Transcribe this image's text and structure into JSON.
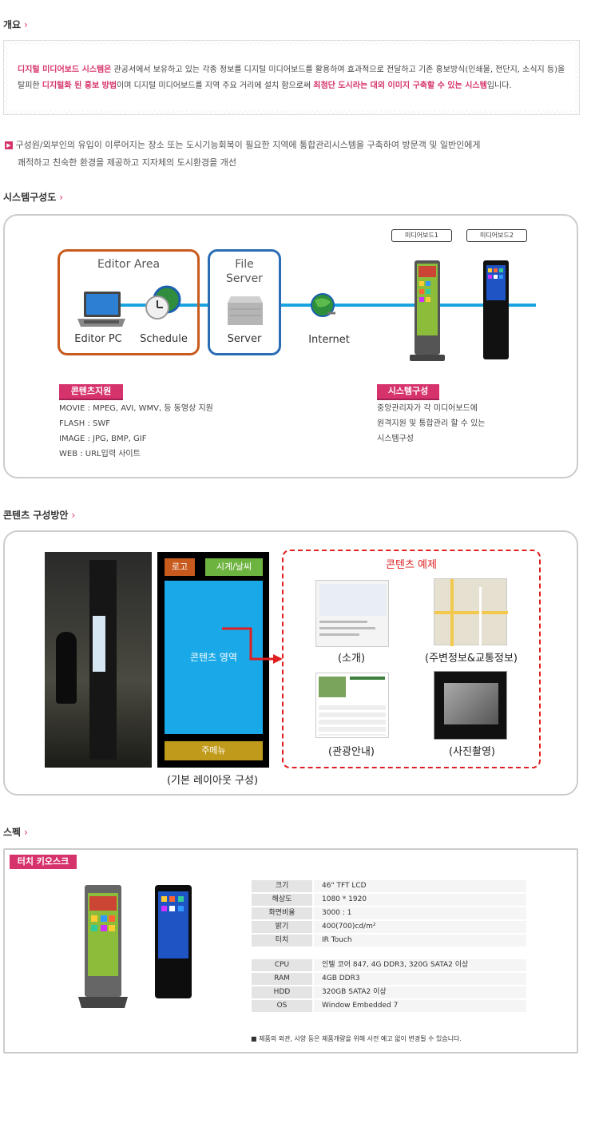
{
  "overview": {
    "title": "개요",
    "line1_hl1": "디지털 미디어보드 시스템은",
    "line1_rest": " 관공서에서 보유하고 있는 각종 정보를 디지털 미디어보드를 활용하여 효과적으로 전달하고 기존 홍보방식(인쇄물, 전단지, 소식지 등)을",
    "line2_a": "탈피한 ",
    "line2_hl2": "디지털화 된 홍보 방법",
    "line2_b": "이며 디지털 미디어보드를 지역 주요 거리에 설치 함으로써 ",
    "line2_hl3": "최첨단 도시라는 대외 이미지 구축할 수 있는 시스템",
    "line2_c": "입니다."
  },
  "intro": {
    "line1": "구성원/외부인의 유입이 이루어지는 장소 또는 도시기능회복이 필요한 지역에 통합관리시스템을 구축하여 방문객 및 일반인에게",
    "line2": "쾌적하고 친숙한 환경을 제공하고 지자체의 도시환경을 개선"
  },
  "system": {
    "title": "시스템구성도",
    "editor_area": "Editor Area",
    "file_server_1": "File",
    "file_server_2": "Server",
    "editor_pc": "Editor PC",
    "schedule": "Schedule",
    "server": "Server",
    "internet": "Internet",
    "mb1": "미디어보드1",
    "mb2": "미디어보드2",
    "contents_badge": "콘텐츠지원",
    "contents_lines": [
      "MOVIE : MPEG, AVI, WMV, 등 동영상 지원",
      "FLASH : SWF",
      "IMAGE : JPG, BMP, GIF",
      "WEB : URL입력 사이트"
    ],
    "system_badge": "시스템구성",
    "system_lines": [
      "중앙관리자가 각 미디어보드에",
      "원격지원 및 통합관리 할 수 있는",
      "시스템구성"
    ]
  },
  "contents": {
    "title": "콘텐츠 구성방안",
    "logo": "로고",
    "clock": "시계/날씨",
    "content_area": "콘텐츠 영역",
    "main_menu": "주메뉴",
    "layout_caption": "(기본 레이아웃 구성)",
    "example_title": "콘텐츠 예제",
    "ex1": "(소개)",
    "ex2": "(주변정보&교통정보)",
    "ex3": "(관광안내)",
    "ex4": "(사진촬영)"
  },
  "spec": {
    "title": "스펙",
    "badge": "터치 키오스크",
    "rows1": [
      {
        "k": "크기",
        "v": "46\" TFT LCD"
      },
      {
        "k": "해상도",
        "v": "1080 * 1920"
      },
      {
        "k": "화면비율",
        "v": "3000 : 1"
      },
      {
        "k": "밝기",
        "v": "400(700)cd/m²"
      },
      {
        "k": "터치",
        "v": "IR Touch"
      }
    ],
    "rows2": [
      {
        "k": "CPU",
        "v": "인텔 코어 847, 4G DDR3, 320G SATA2 이상"
      },
      {
        "k": "RAM",
        "v": "4GB DDR3"
      },
      {
        "k": "HDD",
        "v": "320GB SATA2 이상"
      },
      {
        "k": "OS",
        "v": "Window Embedded 7"
      }
    ],
    "note": "■ 제품의 외관, 사양 등은 제품개량을 위해 사전 예고 없이 변경될 수 있습니다."
  },
  "colors": {
    "accent": "#d6336c",
    "line_blue": "#1aa3e0",
    "area_orange": "#c85a1e",
    "server_blue": "#2a6db5"
  }
}
